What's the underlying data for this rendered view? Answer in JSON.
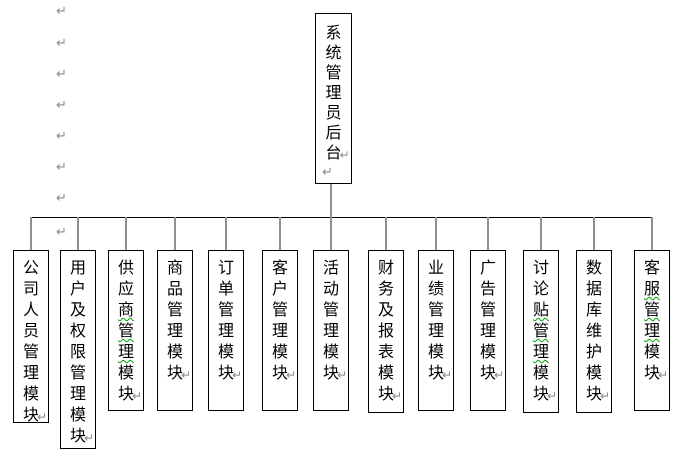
{
  "diagram": {
    "root": {
      "label": "系统管理员后台",
      "grammar_marks": []
    },
    "modules": [
      {
        "label": "公司人员管理模块",
        "grammar_marks": []
      },
      {
        "label": "用户及权限管理模块",
        "grammar_marks": []
      },
      {
        "label": "供应商管理模块",
        "grammar_marks": [
          2,
          3,
          4
        ]
      },
      {
        "label": "商品管理模块",
        "grammar_marks": []
      },
      {
        "label": "订单管理模块",
        "grammar_marks": []
      },
      {
        "label": "客户管理模块",
        "grammar_marks": []
      },
      {
        "label": "活动管理模块",
        "grammar_marks": []
      },
      {
        "label": "财务及报表模块",
        "grammar_marks": []
      },
      {
        "label": "业绩管理模块",
        "grammar_marks": []
      },
      {
        "label": "广告管理模块",
        "grammar_marks": []
      },
      {
        "label": "讨论贴管理模块",
        "grammar_marks": [
          2,
          3,
          4
        ]
      },
      {
        "label": "数据库维护模块",
        "grammar_marks": []
      },
      {
        "label": "客服管理模块",
        "grammar_marks": [
          1,
          2,
          3
        ]
      }
    ]
  },
  "icons": {
    "return_mark": "↵"
  },
  "colors": {
    "box_border": "#000000",
    "text": "#000000",
    "connector_horizontal": "#000000",
    "connector_vertical": "#909090",
    "paragraph_mark": "#8a8a8a",
    "grammar_underline": "#00a000",
    "background": "#ffffff"
  }
}
